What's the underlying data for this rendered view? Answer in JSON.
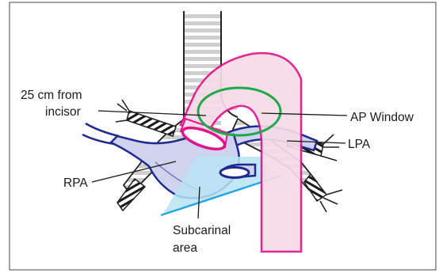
{
  "labels": {
    "distance": [
      "25 cm from",
      "incisor"
    ],
    "ap_window": "AP Window",
    "lpa": "LPA",
    "rpa": "RPA",
    "subcarinal": [
      "Subcarinal",
      "area"
    ]
  },
  "colors": {
    "frame": "#444444",
    "airway_outline": "#222222",
    "airway_fill": "#d9d9d9",
    "aorta_outline": "#e0148c",
    "aorta_fill": "#f6dbe6",
    "pulmonary_outline": "#1e2a8f",
    "pulmonary_fill": "#cfd3ee",
    "ap_window_outline": "#1fa84a",
    "subcarinal_fill": "#b8e4f3",
    "subcarinal_line": "#26a7e0",
    "leader": "#1a1a1a"
  }
}
